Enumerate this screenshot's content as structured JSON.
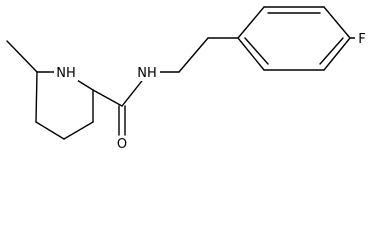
{
  "molecule": {
    "atom_labels": {
      "ring_nh": "NH",
      "amide_nh": "NH",
      "carbonyl_o": "O",
      "fluorine": "F"
    }
  },
  "colors": {
    "bond": "#000000",
    "background": "#ffffff"
  }
}
